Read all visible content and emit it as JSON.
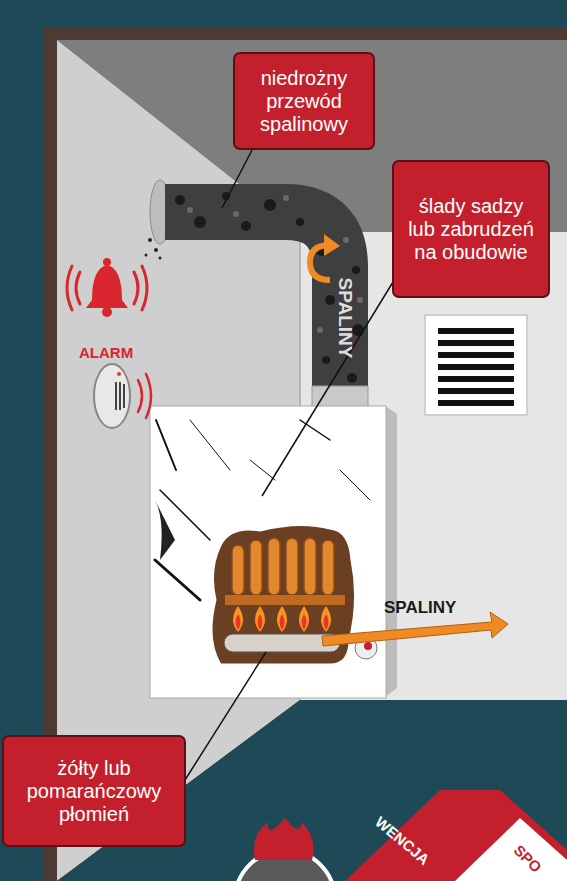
{
  "diagram": {
    "nodes": [
      {
        "text": [
          "niedrożny przewód spalinowy"
        ]
      },
      {
        "text": [
          "ślady sadzy lub zabrudzeń na obudowie"
        ]
      },
      {
        "text": [
          "żółty lub pomarańczowy płomień"
        ]
      }
    ],
    "labels": [
      "SPALINY",
      "ALARM",
      "SPALINY",
      "WENCJA",
      "SPO"
    ]
  }
}
